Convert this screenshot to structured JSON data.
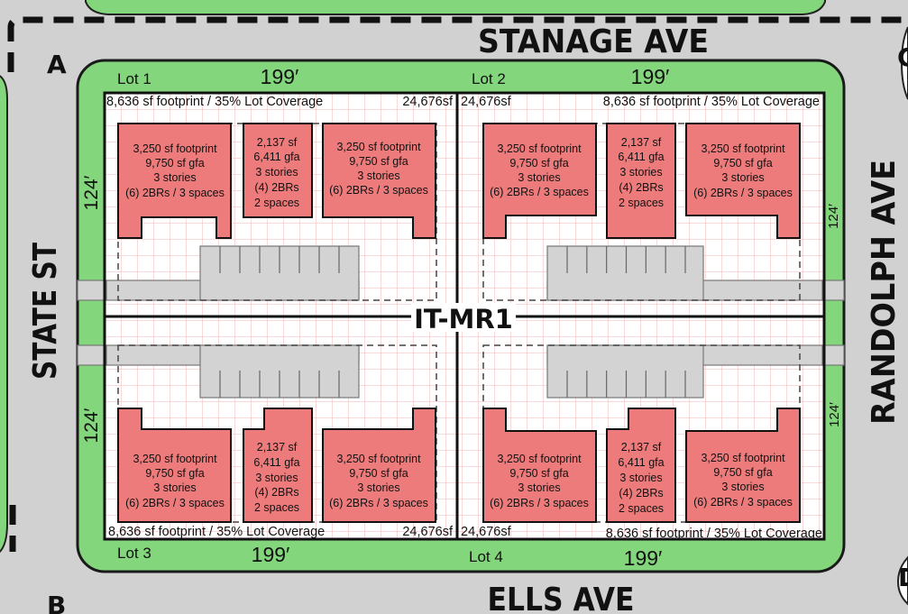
{
  "streets": {
    "north": "STANAGE AVE",
    "south": "ELLS AVE",
    "west": "STATE ST",
    "east": "RANDOLPH AVE"
  },
  "corner_markers": {
    "nw": "A",
    "sw": "B",
    "ne": "C",
    "se": "D"
  },
  "zoning": "IT-MR1",
  "lots": [
    {
      "name": "Lot 1",
      "width": "199′",
      "depth": "124′",
      "area": "24,676sf",
      "coverage": "8,636 sf footprint / 35% Lot Coverage"
    },
    {
      "name": "Lot 2",
      "width": "199′",
      "depth": "124′",
      "area": "24,676sf",
      "coverage": "8,636 sf footprint / 35% Lot Coverage"
    },
    {
      "name": "Lot 3",
      "width": "199′",
      "depth": "124′",
      "area": "24,676sf",
      "coverage": "8,636 sf footprint / 35% Lot Coverage"
    },
    {
      "name": "Lot 4",
      "width": "199′",
      "depth": "124′",
      "area": "24,676sf",
      "coverage": "8,636 sf footprint / 35% Lot Coverage"
    }
  ],
  "building_types": {
    "large": [
      "3,250 sf footprint",
      "9,750 sf gfa",
      "3 stories",
      "(6) 2BRs / 3 spaces"
    ],
    "small": [
      "2,137 sf",
      "6,411 gfa",
      "3 stories",
      "(4) 2BRs",
      "2 spaces"
    ]
  },
  "colors": {
    "background": "#d1d1d1",
    "green_strip": "#84d67d",
    "lot_fill": "#ffffff",
    "grid": "#f2b5b5",
    "building": "#ee7b7b",
    "pavement": "#d3d3d3",
    "lot_line": "#111111"
  }
}
